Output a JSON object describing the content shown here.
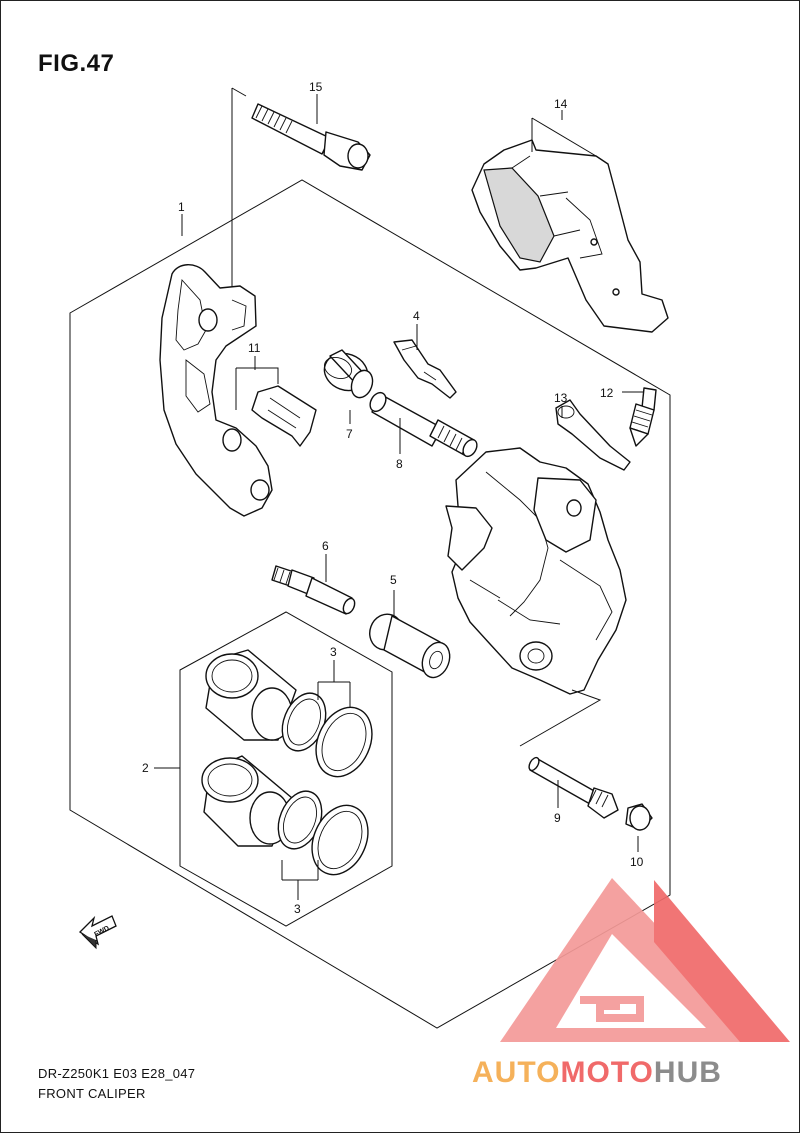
{
  "figure": {
    "title": "FIG.47"
  },
  "callouts": {
    "c1": "1",
    "c2": "2",
    "c3a": "3",
    "c3b": "3",
    "c4": "4",
    "c5": "5",
    "c6": "6",
    "c7": "7",
    "c8": "8",
    "c9": "9",
    "c10": "10",
    "c11": "11",
    "c12": "12",
    "c13": "13",
    "c14": "14",
    "c15": "15"
  },
  "fwd_label": "FWD",
  "footer": {
    "model_code": "DR-Z250K1 E03 E28_047",
    "section_name": "FRONT CALIPER"
  },
  "watermark": {
    "part1": "AUTO",
    "part2": "MOTO",
    "part3": "HUB"
  },
  "colors": {
    "watermark_red": "#f06a6a",
    "watermark_orange": "#f5b15a",
    "watermark_gray": "#8c8c8c",
    "line": "#111111"
  }
}
